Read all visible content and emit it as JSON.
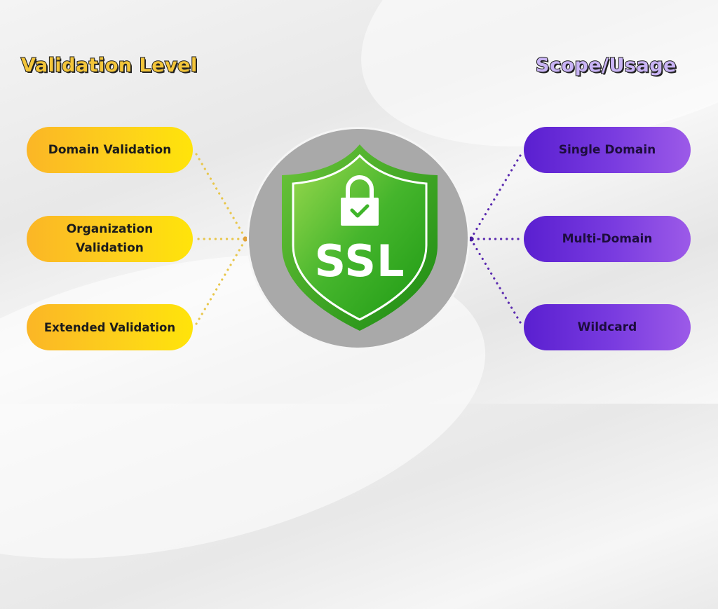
{
  "headings": {
    "left": "Validation Level",
    "right": "Scope/Usage"
  },
  "validation_levels": [
    {
      "label": "Domain Validation"
    },
    {
      "label": "Organization Validation"
    },
    {
      "label": "Extended Validation"
    }
  ],
  "scope_usage": [
    {
      "label": "Single Domain"
    },
    {
      "label": "Multi-Domain"
    },
    {
      "label": "Wildcard"
    }
  ],
  "center": {
    "label": "SSL",
    "icon": "shield-lock-check-icon"
  },
  "colors": {
    "left_accent": "#fcc51d",
    "right_accent": "#7433dc",
    "shield_green": "#3fb52a",
    "circle_gray": "#a9a9a9"
  }
}
